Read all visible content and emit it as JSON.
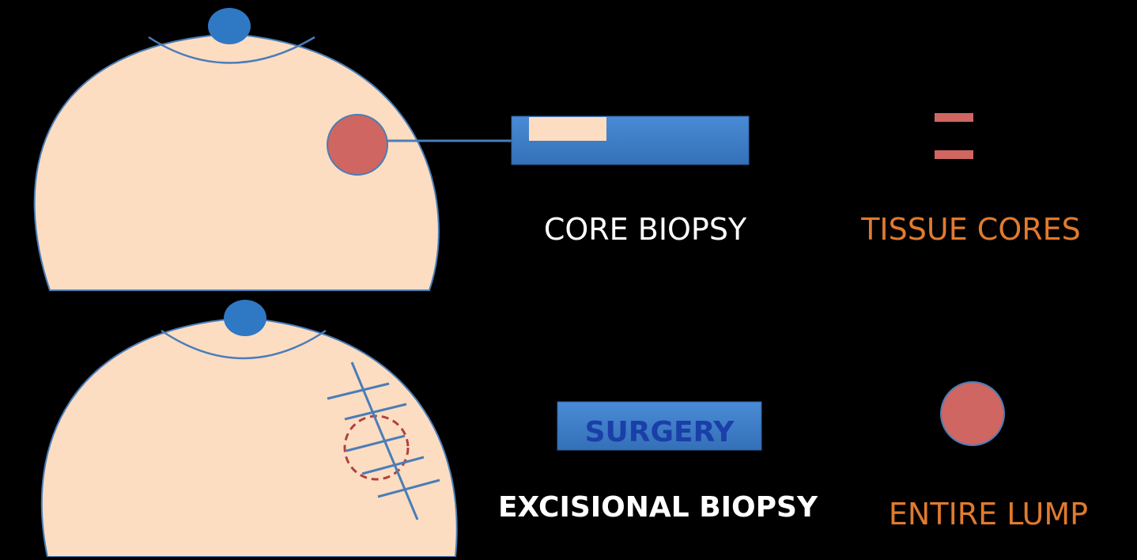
{
  "labels": {
    "core_biopsy": "CORE BIOPSY",
    "tissue_cores": "TISSUE CORES",
    "surgery": "SURGERY",
    "excisional_biopsy": "EXCISIONAL BIOPSY",
    "entire_lump": "ENTIRE LUMP"
  },
  "colors": {
    "background": "#000000",
    "skin": "#FCDDC2",
    "outline_blue": "#4A7DB8",
    "nipple_blue": "#2F78C4",
    "lump_red": "#CF6661",
    "needle_blue": "#3E7FC9",
    "label_white": "#FFFFFF",
    "label_orange": "#E07A2E",
    "surgery_text": "#1A3FA8"
  }
}
